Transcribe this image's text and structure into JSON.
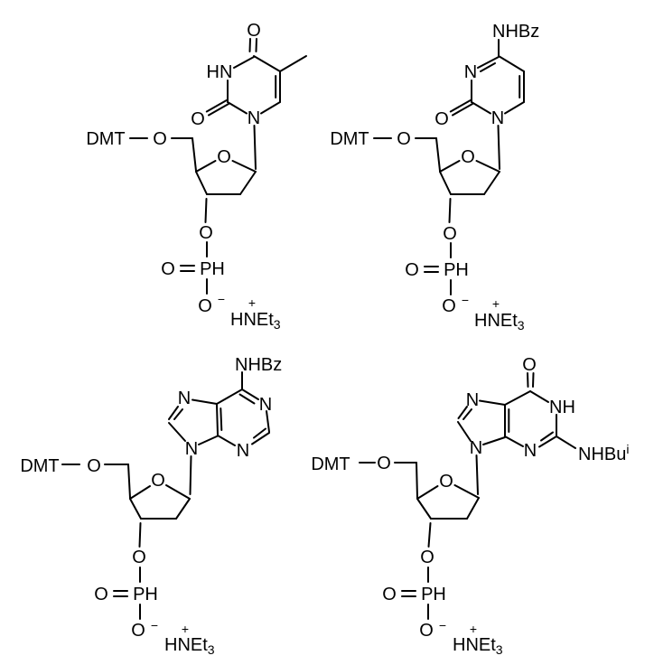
{
  "figure": {
    "background": "#ffffff",
    "ink": "#000000",
    "molecules": [
      {
        "base": {
          "o4": "O",
          "n3h": "HN",
          "n1": "N",
          "o2": "O"
        },
        "backbone": {
          "dmt": "DMT",
          "o5": "O",
          "ring_o": "O",
          "o3": "O",
          "phosphoryl_o": "O",
          "ph": "PH",
          "anion_o": "O",
          "minus": "−",
          "plus": "+",
          "ammonium": "HNEt",
          "ammonium_sub": "3"
        }
      },
      {
        "base": {
          "n4_amide": "NHBz",
          "n3": "N",
          "n1": "N",
          "o2": "O"
        },
        "backbone": {
          "dmt": "DMT",
          "o5": "O",
          "ring_o": "O",
          "o3": "O",
          "phosphoryl_o": "O",
          "ph": "PH",
          "anion_o": "O",
          "minus": "−",
          "plus": "+",
          "ammonium": "HNEt",
          "ammonium_sub": "3"
        }
      },
      {
        "base": {
          "n6_amide": "NHBz",
          "n1": "N",
          "n3": "N",
          "n7": "N",
          "n9": "N"
        },
        "backbone": {
          "dmt": "DMT",
          "o5": "O",
          "ring_o": "O",
          "o3": "O",
          "phosphoryl_o": "O",
          "ph": "PH",
          "anion_o": "O",
          "minus": "−",
          "plus": "+",
          "ammonium": "HNEt",
          "ammonium_sub": "3"
        }
      },
      {
        "base": {
          "o6": "O",
          "n1h": "NH",
          "n2_amide": "NHBu",
          "n2_amide_sup": "i",
          "n3": "N",
          "n7": "N",
          "n9": "N"
        },
        "backbone": {
          "dmt": "DMT",
          "o5": "O",
          "ring_o": "O",
          "o3": "O",
          "phosphoryl_o": "O",
          "ph": "PH",
          "anion_o": "O",
          "minus": "−",
          "plus": "+",
          "ammonium": "HNEt",
          "ammonium_sub": "3"
        }
      }
    ]
  }
}
